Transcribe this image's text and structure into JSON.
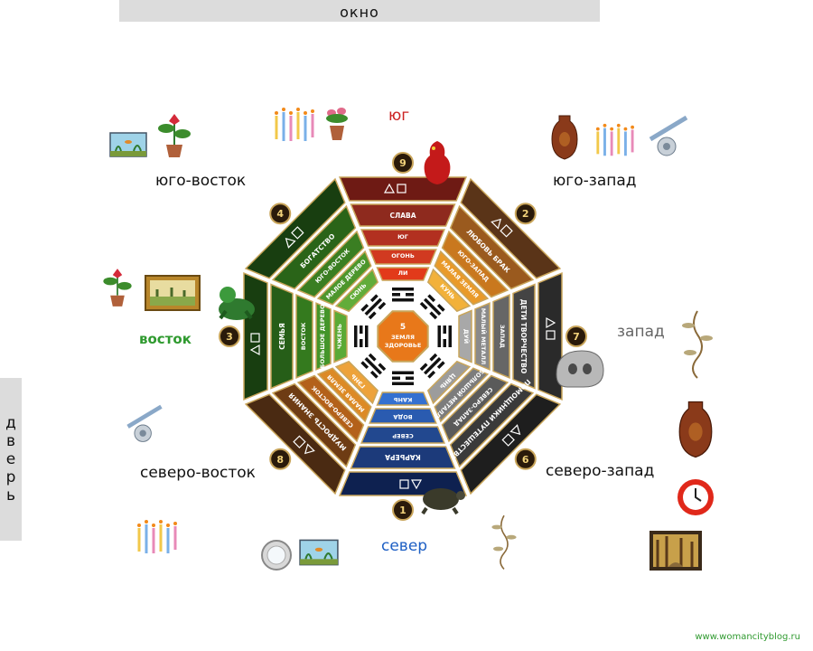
{
  "window_label": "окно",
  "door_letters": [
    "д",
    "в",
    "е",
    "р",
    "ь"
  ],
  "directions": {
    "south": "юг",
    "southeast": "юго-восток",
    "southwest": "юго-запад",
    "east": "восток",
    "west": "запад",
    "northeast": "северо-восток",
    "northwest": "северо-запад",
    "north": "север"
  },
  "center": {
    "number": "5",
    "line1": "ЗЕМЛЯ",
    "line2": "ЗДОРОВЬЕ"
  },
  "sectors": [
    {
      "key": "south",
      "number": "9",
      "labels": [
        "СЛАВА",
        "ЮГ",
        "ОГОНЬ",
        "ЛИ"
      ],
      "colors": [
        "#6e1a14",
        "#8e2a1e",
        "#b23020",
        "#d13a20",
        "#e23a1a"
      ]
    },
    {
      "key": "southwest",
      "number": "2",
      "labels": [
        "ЛЮБОВЬ БРАК",
        "ЮГО-ЗАПАД",
        "МАЛАЯ ЗЕМЛЯ",
        "КУНЬ"
      ],
      "colors": [
        "#5a3418",
        "#9a5a1e",
        "#c9781e",
        "#e99a2a",
        "#f2b13a"
      ]
    },
    {
      "key": "west",
      "number": "7",
      "labels": [
        "ДЕТИ ТВОРЧЕСТВО",
        "ЗАПАД",
        "МАЛЫЙ МЕТАЛЛ",
        "ДУЙ"
      ],
      "colors": [
        "#2a2a2a",
        "#444444",
        "#666666",
        "#8a8a8a",
        "#a8a8a8"
      ]
    },
    {
      "key": "northwest",
      "number": "6",
      "labels": [
        "ПОМОЩНИКИ ПУТЕШЕСТВИЯ",
        "СЕВЕРО-ЗАПАД",
        "БОЛЬШОЙ МЕТАЛЛ",
        "ЦЯНЬ"
      ],
      "colors": [
        "#1e1e1e",
        "#3a3a3a",
        "#5a5a5a",
        "#7c7c7c",
        "#9c9c9c"
      ]
    },
    {
      "key": "north",
      "number": "1",
      "labels": [
        "КАРЬЕРА",
        "СЕВЕР",
        "ВОДА",
        "КАНЬ"
      ],
      "colors": [
        "#0e2150",
        "#1c3a7a",
        "#22488f",
        "#2a5bb0",
        "#3470d0"
      ]
    },
    {
      "key": "northeast",
      "number": "8",
      "labels": [
        "МУДРОСТЬ ЗНАНИЯ",
        "СЕВЕРО-ВОСТОК",
        "МАЛАЯ ЗЕМЛЯ",
        "ГЭНЬ"
      ],
      "colors": [
        "#4a2a12",
        "#6e3c14",
        "#b3611a",
        "#dc8a26",
        "#eda23a"
      ]
    },
    {
      "key": "east",
      "number": "3",
      "labels": [
        "СЕМЬЯ",
        "ВОСТОК",
        "БОЛЬШОЕ ДЕРЕВО",
        "ЧЖЕНЬ"
      ],
      "colors": [
        "#183e10",
        "#265e18",
        "#347a1e",
        "#44952a",
        "#5aaa36"
      ]
    },
    {
      "key": "southeast",
      "number": "4",
      "labels": [
        "БОГАТСТВО",
        "ЮГО-ВОСТОК",
        "МАЛОЕ ДЕРЕВО",
        "СЮНЬ"
      ],
      "colors": [
        "#183e10",
        "#2a6418",
        "#3a7e22",
        "#4c962c",
        "#62ac3a"
      ]
    }
  ],
  "watermark": "www.womancityblog.ru"
}
